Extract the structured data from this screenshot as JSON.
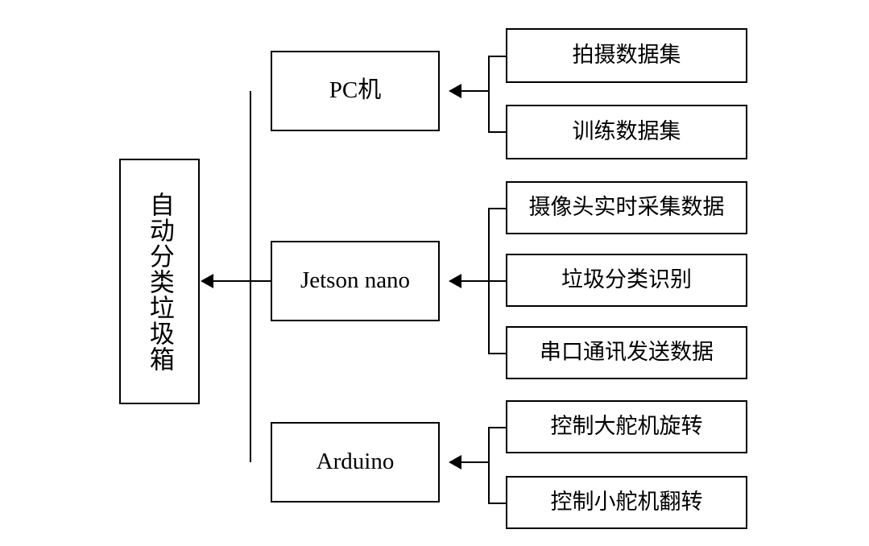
{
  "diagram": {
    "title": "",
    "main_node": {
      "label": "自动分类垃圾箱"
    },
    "mid_nodes": [
      {
        "label": "PC机"
      },
      {
        "label": "Jetson nano"
      },
      {
        "label": "Arduino"
      }
    ],
    "leaf_groups": [
      {
        "parent": "PC机",
        "items": [
          {
            "label": "拍摄数据集"
          },
          {
            "label": "训练数据集"
          }
        ]
      },
      {
        "parent": "Jetson nano",
        "items": [
          {
            "label": "摄像头实时采集数据"
          },
          {
            "label": "垃圾分类识别"
          },
          {
            "label": "串口通讯发送数据"
          }
        ]
      },
      {
        "parent": "Arduino",
        "items": [
          {
            "label": "控制大舵机旋转"
          },
          {
            "label": "控制小舵机翻转"
          }
        ]
      }
    ],
    "colors": {
      "stroke": "#000000",
      "background": "#ffffff",
      "text": "#000000"
    }
  }
}
